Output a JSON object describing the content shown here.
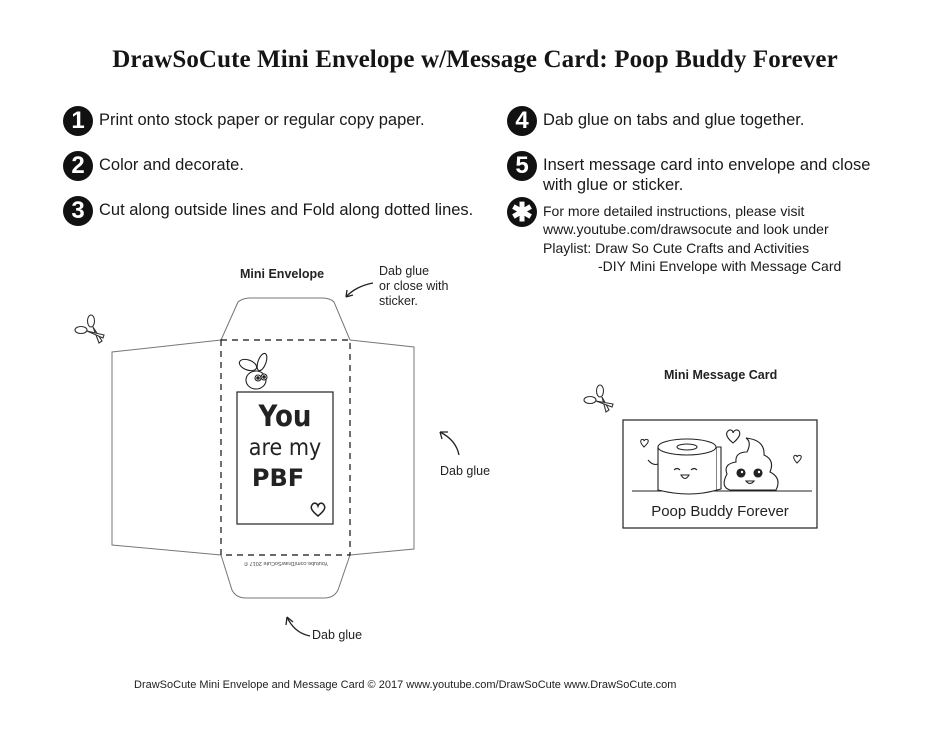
{
  "title": "DrawSoCute Mini Envelope w/Message Card: Poop Buddy Forever",
  "steps": [
    {
      "badge": "1",
      "text": "Print onto stock paper or regular copy paper."
    },
    {
      "badge": "2",
      "text": "Color and decorate."
    },
    {
      "badge": "3",
      "text": "Cut along outside lines and Fold along dotted lines."
    },
    {
      "badge": "4",
      "text": "Dab glue on tabs and glue together."
    },
    {
      "badge": "5",
      "text_line1": "Insert message card into envelope and close",
      "text_line2": "with glue or sticker."
    }
  ],
  "extra_info": {
    "badge": "✱",
    "line1": "For more detailed instructions, please visit",
    "line2": "www.youtube.com/drawsocute and look under",
    "line3": "Playlist: Draw So Cute Crafts and Activities",
    "line4": "-DIY Mini Envelope with Message Card"
  },
  "envelope": {
    "label": "Mini Envelope",
    "top_note_line1": "Dab glue",
    "top_note_line2": "or close with",
    "top_note_line3": "sticker.",
    "right_note": "Dab glue",
    "bottom_note": "Dab glue",
    "card_line1": "You",
    "card_line2": "are my",
    "card_line3": "PBF",
    "flap_text": "Youtube.com/DrawSoCute 2017 ©"
  },
  "message_card": {
    "label": "Mini Message Card",
    "caption": "Poop Buddy Forever"
  },
  "footer": "DrawSoCute Mini Envelope and Message Card © 2017 www.youtube.com/DrawSoCute  www.DrawSoCute.com"
}
